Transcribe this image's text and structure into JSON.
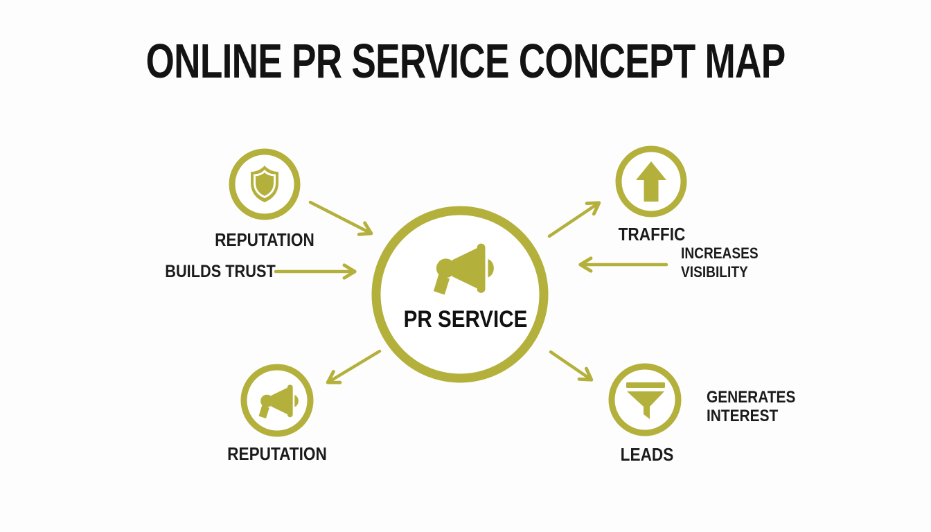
{
  "title": "ONLINE PR SERVICE CONCEPT MAP",
  "colors": {
    "accent": "#b4b03c",
    "text": "#161616",
    "background": "#fdfdfd"
  },
  "center_node": {
    "id": "pr-service",
    "label": "PR SERVICE",
    "icon": "megaphone-icon"
  },
  "nodes": [
    {
      "id": "reputation-top",
      "label": "REPUTATION",
      "icon": "shield-icon"
    },
    {
      "id": "traffic",
      "label": "TRAFFIC",
      "icon": "arrow-up-icon"
    },
    {
      "id": "reputation-bottom",
      "label": "REPUTATION",
      "icon": "megaphone-icon"
    },
    {
      "id": "leads",
      "label": "LEADS",
      "icon": "funnel-icon"
    }
  ],
  "edge_labels": {
    "builds_trust": "BUILDS TRUST",
    "increases_visibility": [
      "INCREASES",
      "VISIBILITY"
    ],
    "generates_interest": [
      "GENERATES",
      "INTEREST"
    ]
  },
  "edges": [
    {
      "from": "reputation-top",
      "to": "pr-service"
    },
    {
      "from": "builds-trust-label",
      "to": "pr-service"
    },
    {
      "from": "pr-service",
      "to": "traffic"
    },
    {
      "from": "visibility-label",
      "to": "pr-service"
    },
    {
      "from": "pr-service",
      "to": "reputation-bottom"
    },
    {
      "from": "pr-service",
      "to": "leads"
    }
  ]
}
